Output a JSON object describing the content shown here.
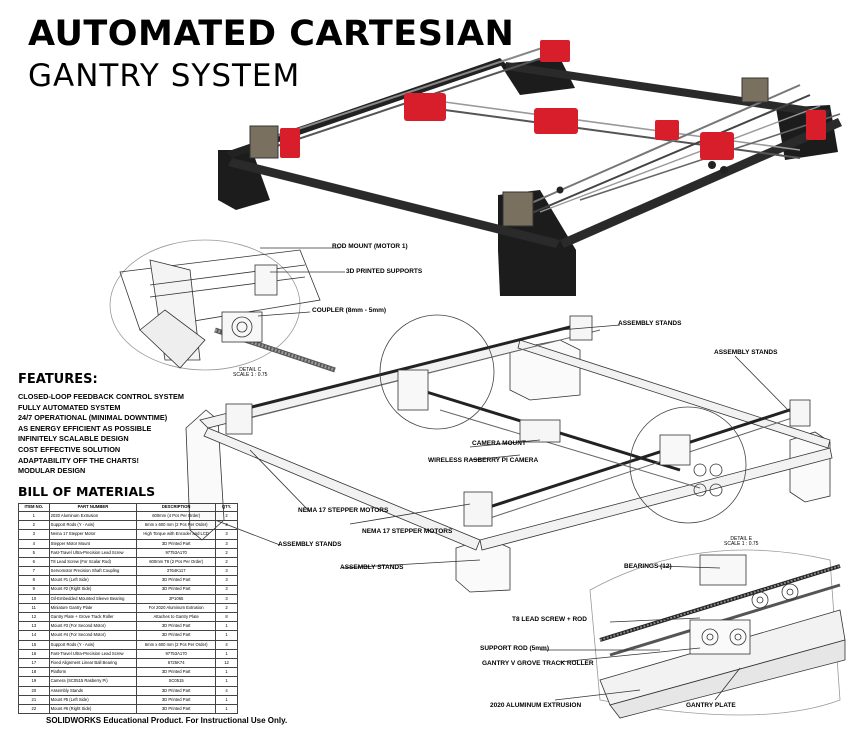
{
  "title": {
    "line1": "AUTOMATED CARTESIAN",
    "line2": "GANTRY SYSTEM"
  },
  "callouts": {
    "rod_mount": "ROD MOUNT (MOTOR 1)",
    "printed_supports": "3D PRINTED SUPPORTS",
    "coupler": "COUPLER (8mm - 5mm)",
    "detail_c": "DETAIL C\nSCALE 1 : 0.75",
    "assembly_stands_1": "ASSEMBLY STANDS",
    "assembly_stands_2": "ASSEMBLY STANDS",
    "assembly_stands_3": "ASSEMBLY STANDS",
    "assembly_stands_4": "ASSEMBLY STANDS",
    "camera_mount": "CAMERA MOUNT",
    "wireless_camera": "WIRELESS RASBERRY PI CAMERA",
    "nema_1": "NEMA 17 STEPPER MOTORS",
    "nema_2": "NEMA 17 STEPPER MOTORS",
    "detail_e": "DETAIL E\nSCALE 1 : 0.75",
    "bearings": "BEARINGS (12)",
    "t8_screw": "T8 LEAD SCREW + ROD",
    "support_rod": "SUPPORT ROD (5mm)",
    "v_roller": "GANTRY V GROVE TRACK ROLLER",
    "extrusion": "2020 ALUMINUM EXTRUSION",
    "gantry_plate": "GANTRY PLATE"
  },
  "features": {
    "heading": "FEATURES:",
    "items": [
      "CLOSED-LOOP FEEDBACK CONTROL SYSTEM",
      "FULLY AUTOMATED SYSTEM",
      "24/7 OPERATIONAL (MINIMAL DOWNTIME)",
      "AS ENERGY EFFICIENT AS POSSIBLE",
      "INFINITELY SCALABLE DESIGN",
      "COST EFFECTIVE SOLUTION",
      "ADAPTABILITY OFF THE CHARTS!",
      "MODULAR DESIGN"
    ]
  },
  "bom": {
    "heading": "BILL OF MATERIALS",
    "columns": [
      "ITEM NO.",
      "PART NUMBER",
      "DESCRIPTION",
      "QTY."
    ],
    "rows": [
      [
        "1",
        "2020 Aluminum Extrusion",
        "600mm (4 Pcs Per Order)",
        "2"
      ],
      [
        "2",
        "Support Rods (Y - Axis)",
        "6mm x 600 mm (2 Pcs Per Order)",
        "2"
      ],
      [
        "3",
        "Nema 17 Stepper Motor",
        "High Torque with Encoder and LCD",
        "3"
      ],
      [
        "4",
        "Stepper Motor Mount",
        "3D Printed Part",
        "3"
      ],
      [
        "5",
        "Fast-Travel Ultra-Precision Lead Screw",
        "97753A170",
        "2"
      ],
      [
        "6",
        "T8 Lead Screw (For Scalar Rod)",
        "600mm T8 (2 Pcs Per Order)",
        "2"
      ],
      [
        "7",
        "Servomotor Precision Shaft Coupling",
        "3764K117",
        "3"
      ],
      [
        "8",
        "Mount #1 (Left Side)",
        "3D Printed Part",
        "3"
      ],
      [
        "9",
        "Mount #2 (Right Side)",
        "3D Printed Part",
        "3"
      ],
      [
        "10",
        "Oil-Embedded Mounted Sleeve Bearing",
        "2P1065",
        "3"
      ],
      [
        "11",
        "Miniature Gantry Plate",
        "For 2020 Aluminum Extrusion",
        "2"
      ],
      [
        "12",
        "Gantry Plate + Grove Track Roller",
        "Attaches to Gantry Plate",
        "8"
      ],
      [
        "13",
        "Mount #3 (For Second Motor)",
        "3D Printed Part",
        "1"
      ],
      [
        "14",
        "Mount #4 (For Second Motor)",
        "3D Printed Part",
        "1"
      ],
      [
        "15",
        "Support Rods (Y - Axis)",
        "6mm x 600 mm (2 Pcs Per Order)",
        "4"
      ],
      [
        "16",
        "Fast-Travel Ultra-Precision Lead Screw",
        "97753A170",
        "1"
      ],
      [
        "17",
        "Fixed Alignment Linear Ball Bearing",
        "6725K74",
        "12"
      ],
      [
        "18",
        "Platform",
        "3D Printed Part",
        "1"
      ],
      [
        "19",
        "Camera (SC0515 Rasberry Pi)",
        "SC0515",
        "1"
      ],
      [
        "20",
        "Assembly Stands",
        "3D Printed Part",
        "4"
      ],
      [
        "21",
        "Mount #5 (Left Side)",
        "3D Printed Part",
        "1"
      ],
      [
        "22",
        "Mount #6 (Right Side)",
        "3D Printed Part",
        "1"
      ]
    ]
  },
  "footer": "SOLIDWORKS Educational Product. For Instructional Use Only.",
  "colors": {
    "frame": "#1c1c1c",
    "accent": "#d81e2a",
    "line": "#333333"
  }
}
